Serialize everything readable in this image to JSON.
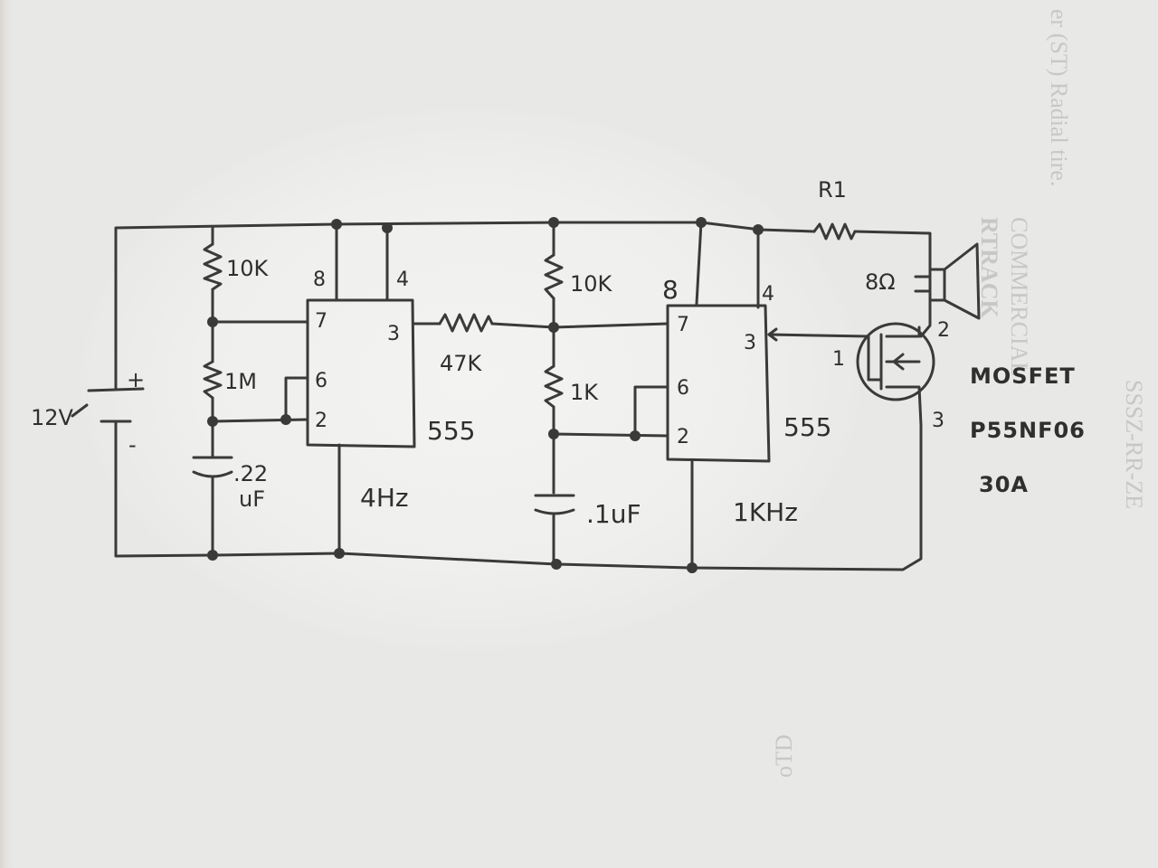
{
  "labels": {
    "battery_voltage": "12V",
    "battery_plus": "+",
    "battery_minus": "-",
    "r_10k_left": "10K",
    "r_1m": "1M",
    "cap_22uf_value": ".22",
    "cap_22uf_unit": "uF",
    "ic1_name": "555",
    "ic1_freq": "4Hz",
    "ic1_pin8": "8",
    "ic1_pin4": "4",
    "ic1_pin7": "7",
    "ic1_pin6": "6",
    "ic1_pin2": "2",
    "ic1_pin3": "3",
    "r_47k": "47K",
    "r_10k_right": "10K",
    "r_1k": "1K",
    "cap_1uf": ".1uF",
    "ic2_name": "555",
    "ic2_freq": "1KHz",
    "ic2_pin8": "8",
    "ic2_pin4": "4",
    "ic2_pin7": "7",
    "ic2_pin6": "6",
    "ic2_pin2": "2",
    "ic2_pin3": "3",
    "r1": "R1",
    "speaker": "8Ω",
    "mosfet_pin1": "1",
    "mosfet_pin2": "2",
    "mosfet_pin3": "3",
    "mosfet_title": "MOSFET",
    "mosfet_part": "P55NF06",
    "mosfet_current": "30A"
  },
  "background_text": {
    "brand": "RTRACK",
    "brand_sub": "COMMERCIAL",
    "tire_note": "er (ST) Radial tire.",
    "side_code": "SSSZ-RR-ZE",
    "bottom_note": "oTD"
  },
  "colors": {
    "ink": "#3a3a3a",
    "paper": "#e9e9e7",
    "show_through": "#c7c7c5"
  }
}
